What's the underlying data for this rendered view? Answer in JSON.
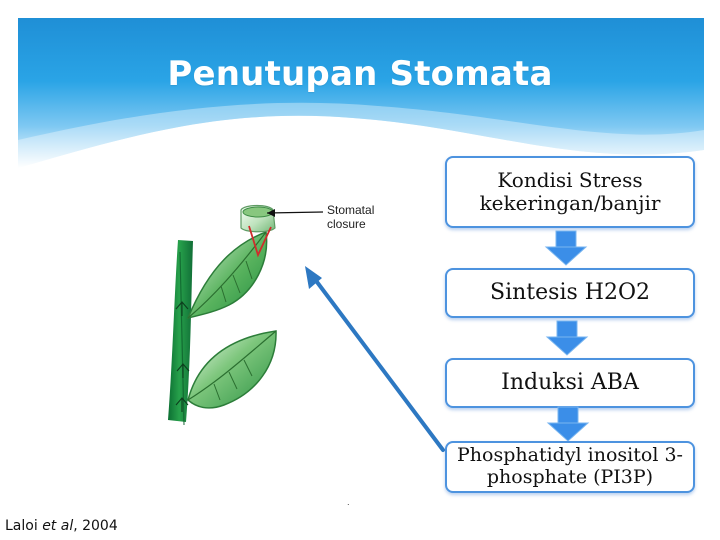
{
  "slide": {
    "title": "Penutupan Stomata",
    "citation_prefix": "Laloi ",
    "citation_italic": "et al",
    "citation_suffix": ", 2004"
  },
  "figure": {
    "label": "Stomatal closure"
  },
  "flow": {
    "steps": [
      "Kondisi Stress kekeringan/banjir",
      "Sintesis H2O2",
      "Induksi ABA",
      "Phosphatidyl inositol 3-phosphate (PI3P)"
    ]
  },
  "colors": {
    "banner": "#1f8fd6",
    "box_border": "#4d93df",
    "arrow_blue": "#3b8ee8",
    "diagonal_arrow": "#2d78c2",
    "plant_green": "#2f9a46"
  },
  "icons": {
    "down_arrow": "down-arrow-icon",
    "diagonal_arrow": "diagonal-arrow-icon",
    "plant": "plant-stem-icon"
  }
}
